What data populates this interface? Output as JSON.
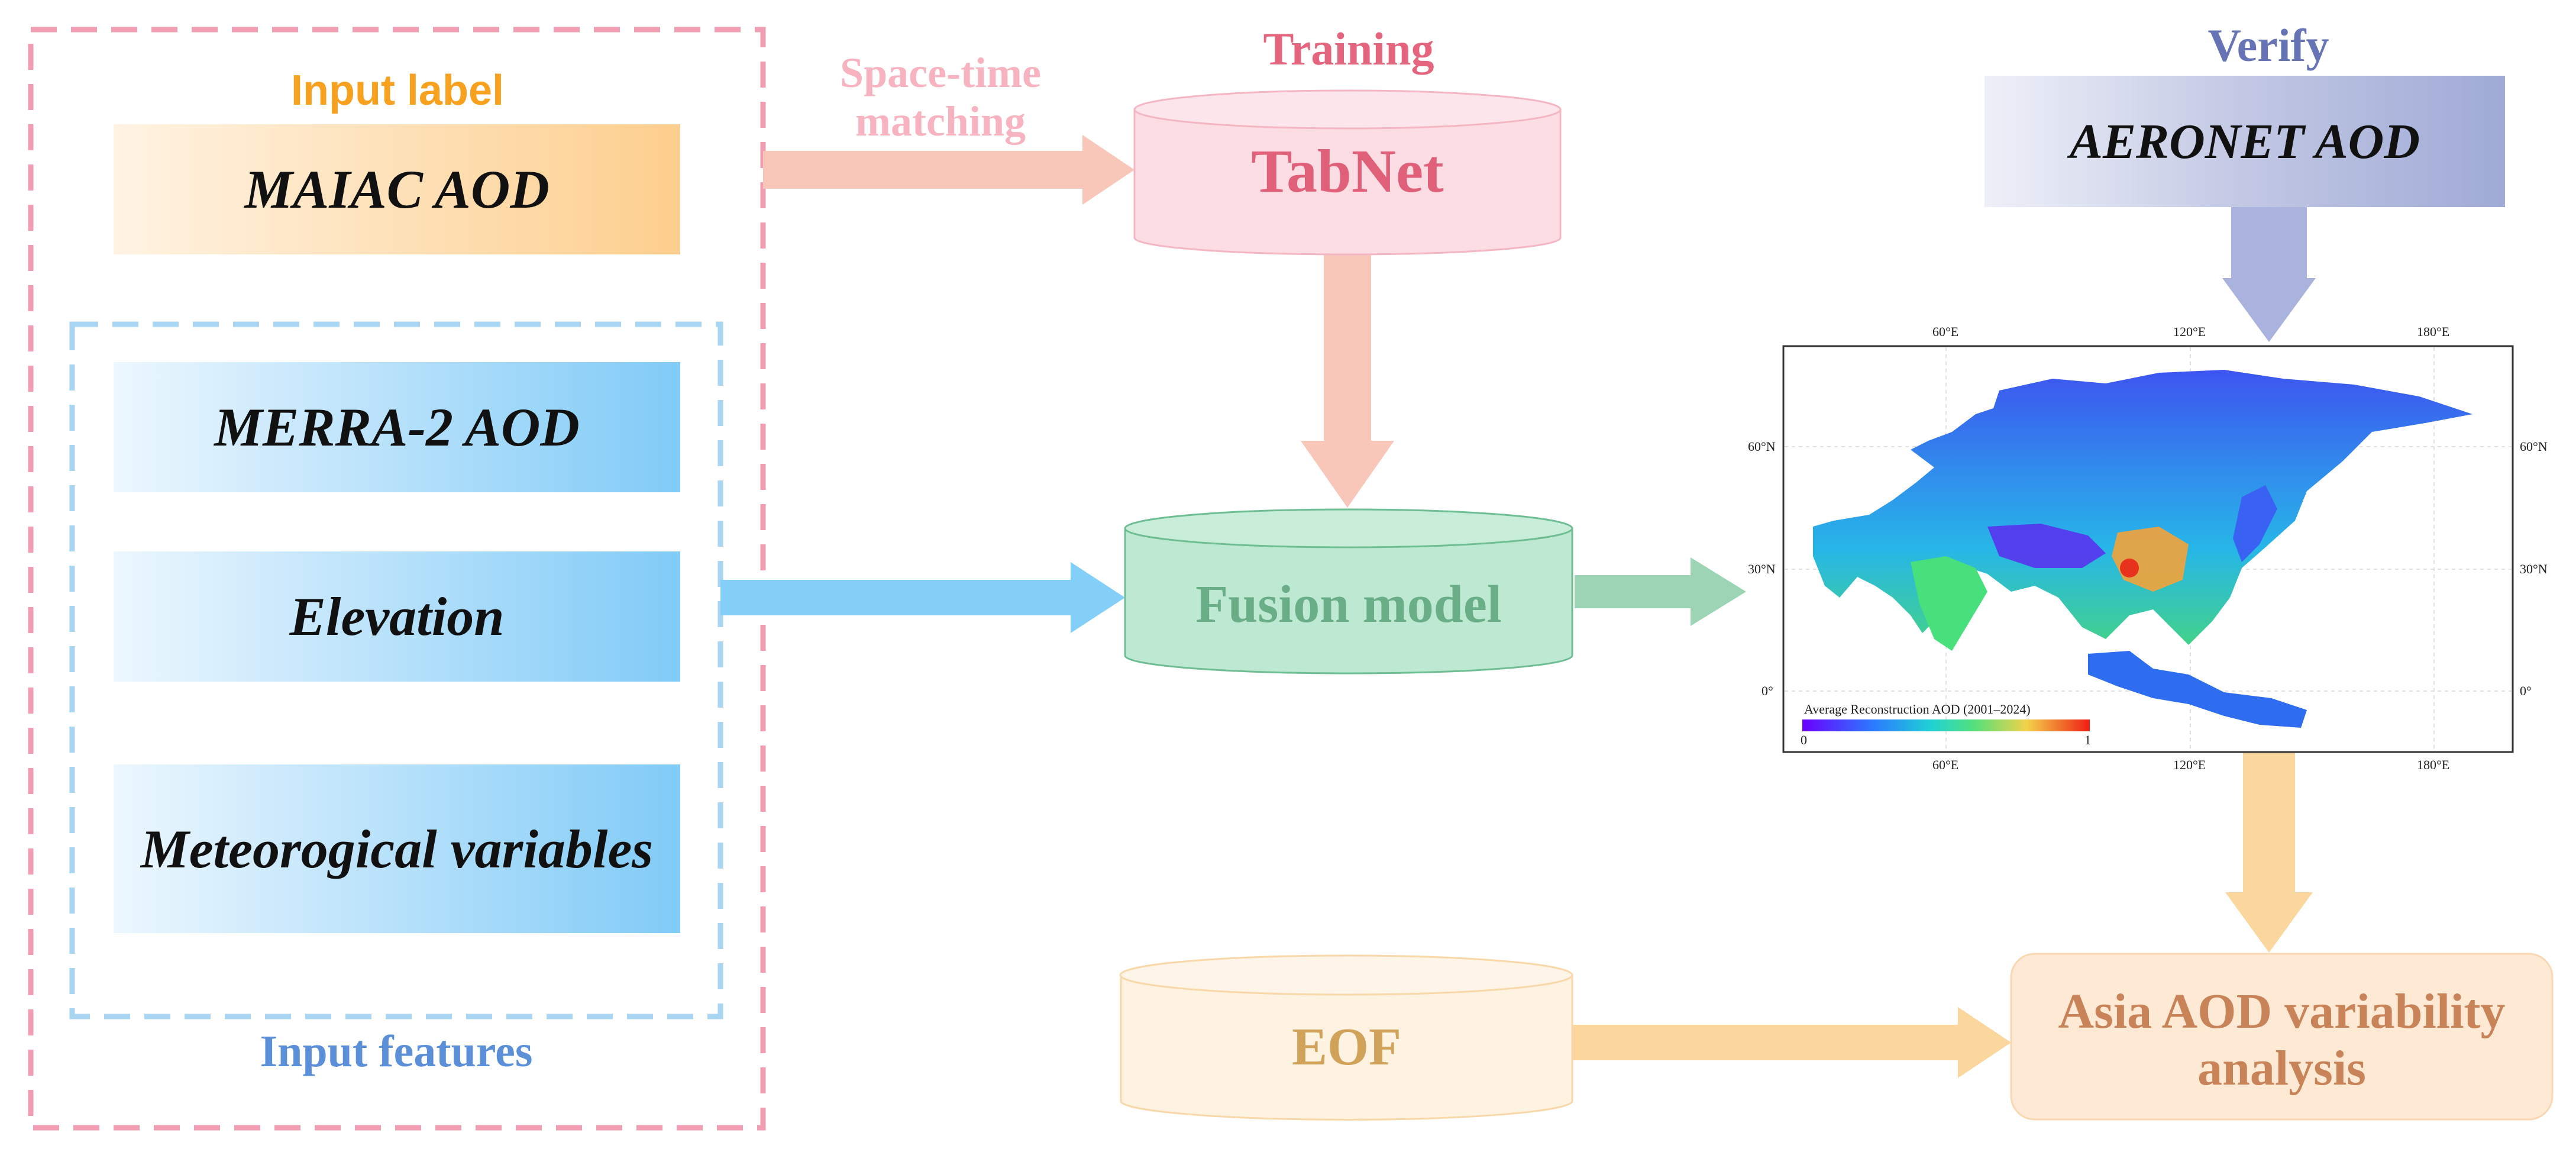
{
  "input_label": {
    "title": "Input label",
    "maiac": "MAIAC AOD"
  },
  "input_features": {
    "title": "Input features",
    "items": [
      "MERRA-2 AOD",
      "Elevation",
      "Meteorogical variables"
    ]
  },
  "space_time": {
    "line1": "Space-time",
    "line2": "matching"
  },
  "training": {
    "title": "Training",
    "model": "TabNet"
  },
  "fusion": {
    "label": "Fusion model"
  },
  "verify": {
    "title": "Verify",
    "source": "AERONET AOD"
  },
  "eof": {
    "label": "EOF"
  },
  "analysis": {
    "line1": "Asia AOD variability",
    "line2": "analysis"
  },
  "map": {
    "top_ticks": [
      "60°E",
      "120°E",
      "180°E"
    ],
    "bottom_ticks": [
      "60°E",
      "120°E",
      "180°E"
    ],
    "left_ticks": [
      "60°N",
      "30°N",
      "0°"
    ],
    "right_ticks": [
      "60°N",
      "30°N",
      "0°"
    ],
    "colorbar_title": "Average Reconstruction AOD (2001–2024)",
    "colorbar_min": "0",
    "colorbar_max": "1"
  },
  "colors": {
    "input_label": "#F7A11F",
    "input_features": "#5B8FD8",
    "training": "#E5657E",
    "verify": "#6674B5",
    "fusion_text": "#6AAE88",
    "eof_text": "#D1A25A",
    "analysis_text": "#C98358"
  }
}
